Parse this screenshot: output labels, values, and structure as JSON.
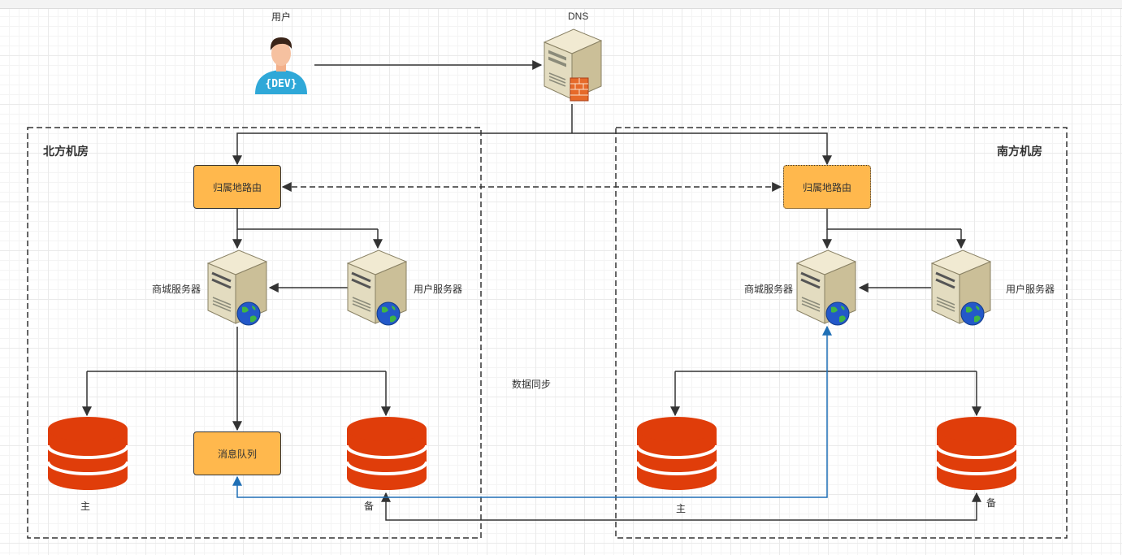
{
  "nodes": {
    "user": {
      "label": "用户"
    },
    "dns": {
      "label": "DNS"
    },
    "north": {
      "title": "北方机房",
      "router": "归属地路由",
      "mall_server": "商城服务器",
      "user_server": "用户服务器",
      "mq": "消息队列",
      "db_master": "主",
      "db_slave": "备"
    },
    "south": {
      "title": "南方机房",
      "router": "归属地路由",
      "mall_server": "商城服务器",
      "user_server": "用户服务器",
      "db_master": "主",
      "db_slave": "备"
    },
    "sync_label": "数据同步"
  },
  "avatar_badge": "{DEV}",
  "colors": {
    "box_fill": "#ffb84d",
    "db_fill": "#e03d0a",
    "blue_link": "#1f6fb5",
    "line": "#333333"
  },
  "icons": {
    "user": "developer-avatar-icon",
    "dns": "dns-server-firewall-icon",
    "server": "web-server-globe-icon",
    "db": "database-cylinder-icon"
  }
}
